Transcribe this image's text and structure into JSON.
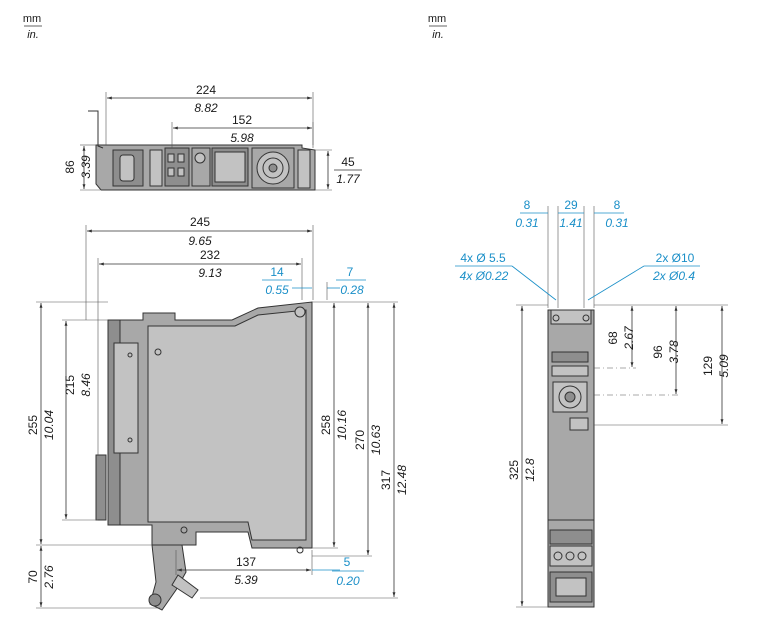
{
  "units": {
    "left": {
      "mm": "mm",
      "in": "in."
    },
    "right": {
      "mm": "mm",
      "in": "in."
    }
  },
  "top_view": {
    "height": {
      "mm": "86",
      "in": "3.39"
    },
    "width_total": {
      "mm": "224",
      "in": "8.82"
    },
    "width_inner": {
      "mm": "152",
      "in": "5.98"
    },
    "depth_small": {
      "mm": "45",
      "in": "1.77"
    }
  },
  "side_view": {
    "width_total": {
      "mm": "245",
      "in": "9.65"
    },
    "width_body": {
      "mm": "232",
      "in": "9.13"
    },
    "offset_a": {
      "mm": "14",
      "in": "0.55"
    },
    "offset_b": {
      "mm": "7",
      "in": "0.28"
    },
    "height_total": {
      "mm": "255",
      "in": "10.04"
    },
    "height_inner": {
      "mm": "215",
      "in": "8.46"
    },
    "height_258": {
      "mm": "258",
      "in": "10.16"
    },
    "height_270": {
      "mm": "270",
      "in": "10.63"
    },
    "height_317": {
      "mm": "317",
      "in": "12.48"
    },
    "bottom_width": {
      "mm": "137",
      "in": "5.39"
    },
    "bottom_offset": {
      "mm": "5",
      "in": "0.20"
    },
    "cable_height": {
      "mm": "70",
      "in": "2.76"
    }
  },
  "front_view": {
    "spacing_left": {
      "mm": "8",
      "in": "0.31"
    },
    "spacing_mid": {
      "mm": "29",
      "in": "1.41"
    },
    "spacing_right": {
      "mm": "8",
      "in": "0.31"
    },
    "holes_small": {
      "mm": "4x Ø 5.5",
      "in": "4x Ø0.22"
    },
    "holes_large": {
      "mm": "2x Ø10",
      "in": "2x Ø0.4"
    },
    "height_total": {
      "mm": "325",
      "in": "12.8"
    },
    "height_68": {
      "mm": "68",
      "in": "2.67"
    },
    "height_96": {
      "mm": "96",
      "in": "3.78"
    },
    "height_129": {
      "mm": "129",
      "in": "5.09"
    }
  },
  "colors": {
    "metric_dimension": "#1a1a1a",
    "highlight_dimension": "#1a8fc8",
    "body_fill": "#a8a8a8"
  }
}
